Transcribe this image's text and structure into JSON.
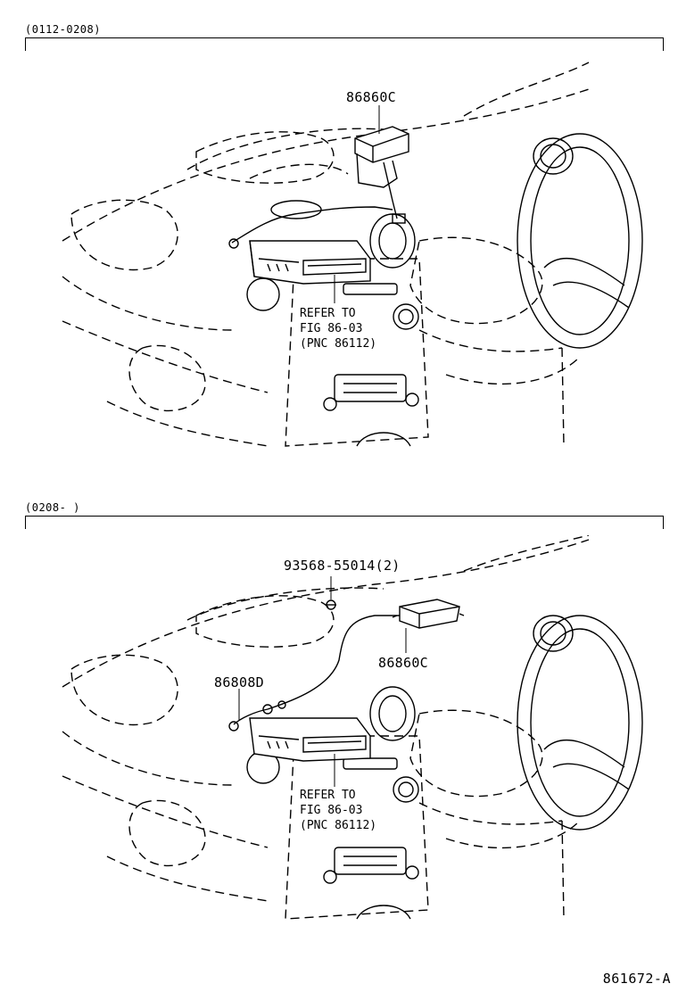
{
  "sections": [
    {
      "range": "(0112-0208)",
      "parts": {
        "part_a": "86860C"
      },
      "reference": {
        "line1": "REFER TO",
        "line2": "FIG 86-03",
        "line3": "(PNC 86112)"
      }
    },
    {
      "range": "(0208-      )",
      "parts": {
        "screw": "93568-55014(2)",
        "part_a": "86860C",
        "part_b": "86808D"
      },
      "reference": {
        "line1": "REFER TO",
        "line2": "FIG 86-03",
        "line3": "(PNC 86112)"
      }
    }
  ],
  "figure_id": "861672-A"
}
